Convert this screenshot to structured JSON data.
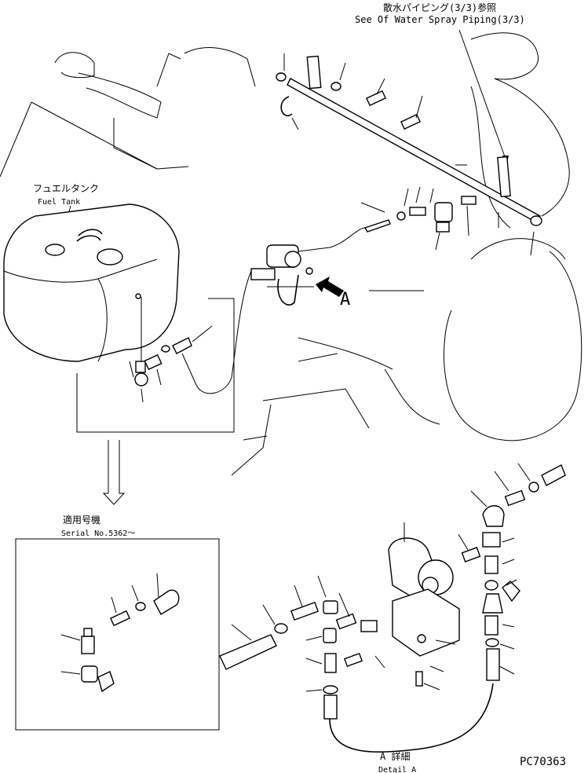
{
  "labels": {
    "water_spray_jp": "散水パイピング(3/3)参照",
    "water_spray_en": "See Of Water Spray Piping(3/3)",
    "fuel_tank_jp": "フュエルタンク",
    "fuel_tank_en": "Fuel Tank",
    "view_marker": "A",
    "serial_jp": "適用号機",
    "serial_en": "Serial No.5362〜",
    "detail_a_jp": "A 詳細",
    "detail_a_en": "Detail A",
    "drawing_number": "PC70363"
  }
}
